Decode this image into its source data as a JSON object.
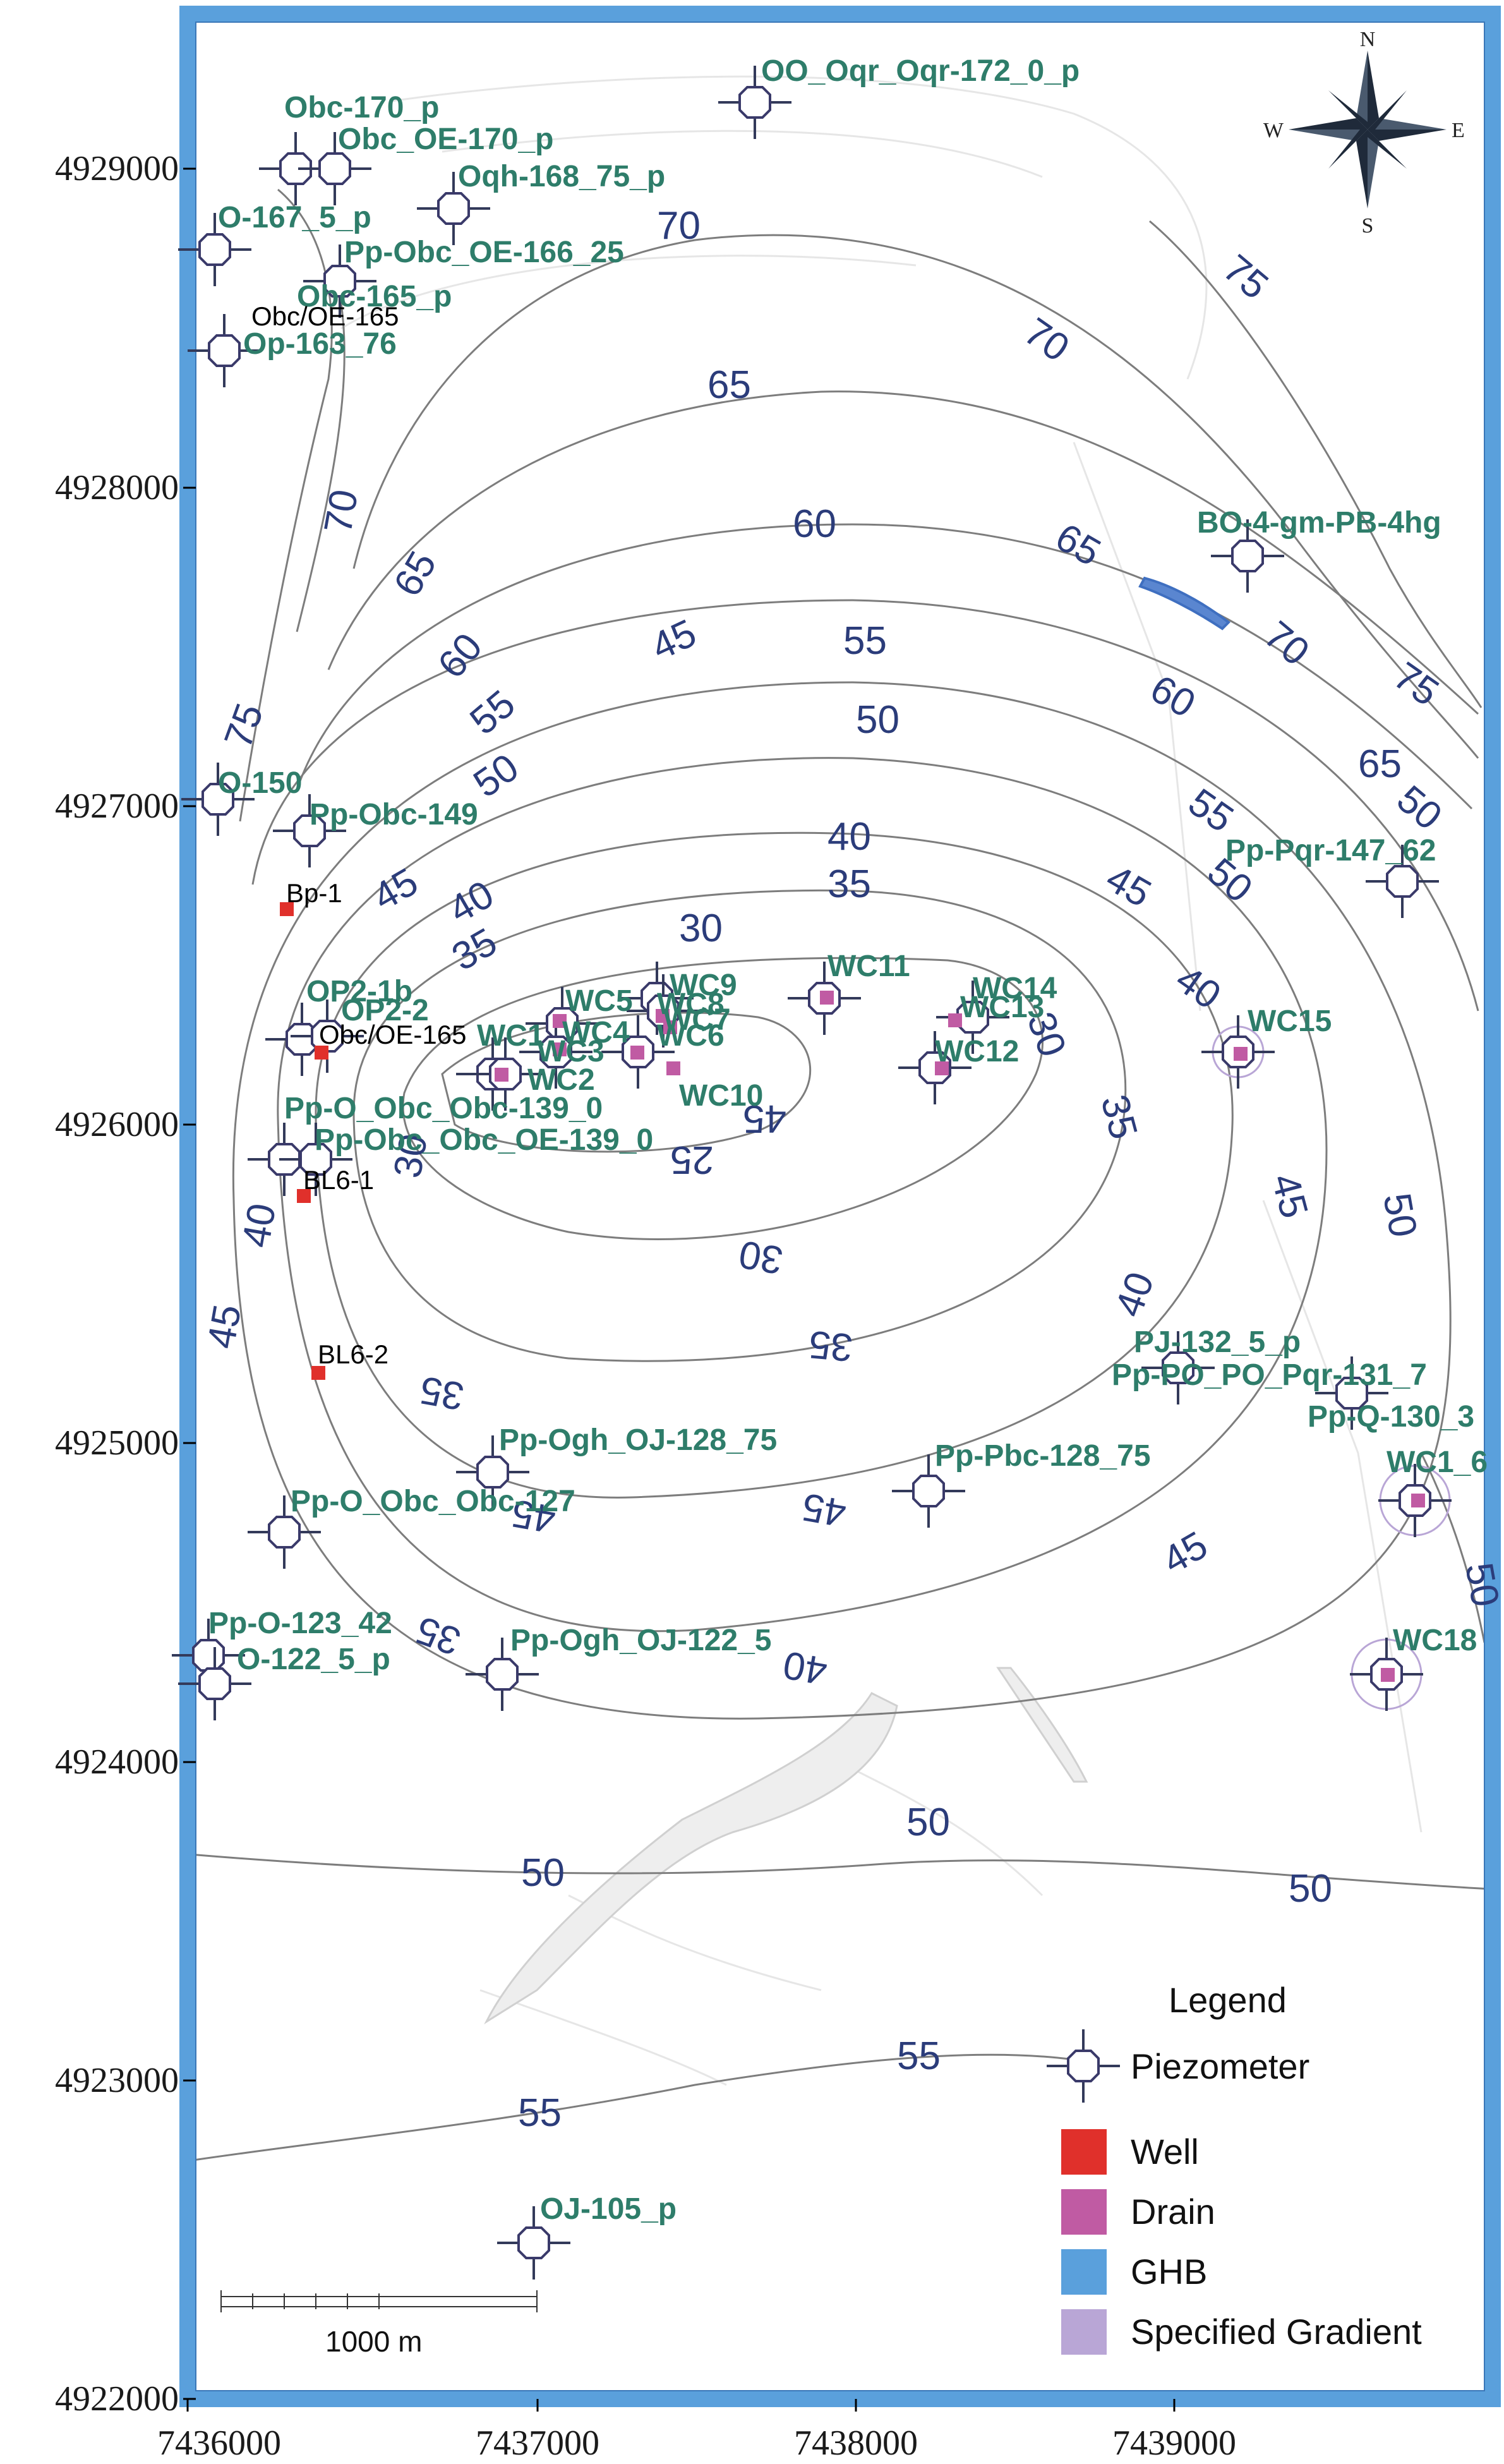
{
  "y_axis_ticks": [
    "4929000",
    "4928000",
    "4927000",
    "4926000",
    "4925000",
    "4924000",
    "4923000",
    "4922000"
  ],
  "x_axis_ticks": [
    "7436000",
    "7437000",
    "7438000",
    "7439000"
  ],
  "compass": {
    "n": "N",
    "s": "S",
    "e": "E",
    "w": "W",
    "icon": "compass-rose-icon"
  },
  "scale_bar": {
    "label": "1000 m"
  },
  "legend": {
    "title": "Legend",
    "items": [
      {
        "label": "Piezometer",
        "symbol": "piezometer-icon",
        "color": "#3a3a6a"
      },
      {
        "label": "Well",
        "color": "#e0302b"
      },
      {
        "label": "Drain",
        "color": "#c05ba3"
      },
      {
        "label": "GHB",
        "color": "#5aa0dc"
      },
      {
        "label": "Specified Gradient",
        "color": "#b9a6d6"
      }
    ]
  },
  "colors": {
    "frame": "#5aa0dc",
    "contour": "#7a7a7a",
    "contour_label": "#2b3c7a",
    "piezometer_label": "#2e7d6a",
    "well": "#e0302b",
    "drain": "#c05ba3",
    "ghb": "#5a86d0"
  },
  "contour_labels": [
    "70",
    "75",
    "70",
    "65",
    "60",
    "65",
    "70",
    "75",
    "70",
    "65",
    "60",
    "55",
    "45",
    "55",
    "50",
    "60",
    "65",
    "75",
    "55",
    "50",
    "45",
    "40",
    "35",
    "30",
    "40",
    "35",
    "45",
    "50",
    "40",
    "30",
    "35",
    "25",
    "30",
    "35",
    "45",
    "40",
    "45",
    "50",
    "45",
    "30",
    "35",
    "40",
    "45",
    "50",
    "35",
    "40",
    "45",
    "50",
    "50",
    "50",
    "50",
    "55",
    "55",
    "45"
  ],
  "piezometer_labels": [
    "OO_Oqr_Oqr-172_0_p",
    "Obc-170_p",
    "Obc_OE-170_p",
    "Oqh-168_75_p",
    "O-167_5_p",
    "Pp-Obc_OE-166_25",
    "Obc-165_p",
    "Op-163_76",
    "BO-4-gm-PB-4hg",
    "O-150",
    "Pp-Obc-149",
    "Pp-Pqr-147_62",
    "OP2-1b",
    "OP2-2",
    "Pp-O_Obc_Obc-139_0",
    "Pp-Obc_Obc_OE-139_0",
    "PJ-132_5_p",
    "Pp-PO_PO_Pqr-131_7",
    "Pp-Q-130_3",
    "Pp-Ogh_OJ-128_75",
    "Pp-Pbc-128_75",
    "Pp-O_Obc_Obc-127",
    "Pp-O-123_42",
    "O-122_5_p",
    "Pp-Ogh_OJ-122_5",
    "OJ-105_p"
  ],
  "drain_labels": [
    "WC11",
    "WC14",
    "WC13",
    "WC12",
    "WC15",
    "WC9",
    "WC5",
    "WC8",
    "WC7",
    "WC6",
    "WC10",
    "WC1",
    "WC3",
    "WC4",
    "WC2",
    "WC1_6",
    "WC18"
  ],
  "black_labels": [
    "Obc/OE-165",
    "Bp-1",
    "Obc/OE-165",
    "BL6-1",
    "BL6-2"
  ]
}
